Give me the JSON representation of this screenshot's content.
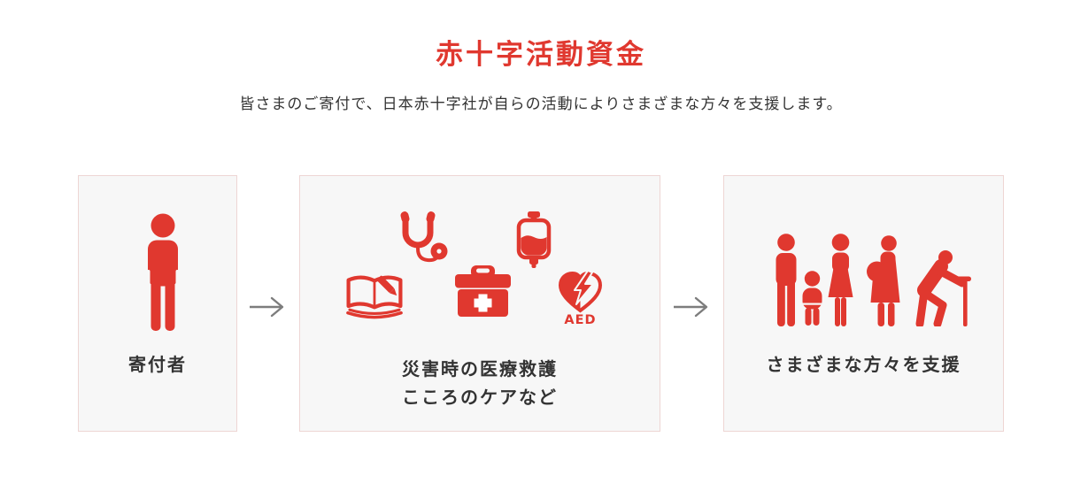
{
  "page": {
    "title": "赤十字活動資金",
    "subtitle": "皆さまのご寄付で、日本赤十字社が自らの活動によりさまざまな方々を支援します。"
  },
  "flow": {
    "boxes": [
      {
        "id": "donor",
        "label": "寄付者",
        "icons": [
          "donor-person-icon"
        ]
      },
      {
        "id": "activities",
        "label_line1": "災害時の医療救護",
        "label_line2": "こころのケアなど",
        "aed_label": "AED",
        "icons": [
          "stethoscope-icon",
          "blood-bag-icon",
          "textbook-pencil-icon",
          "first-aid-kit-icon",
          "aed-heart-icon"
        ]
      },
      {
        "id": "recipients",
        "label": "さまざまな方々を支援",
        "icons": [
          "man-icon",
          "child-icon",
          "woman-icon",
          "pregnant-woman-icon",
          "elderly-person-with-cane-icon"
        ]
      }
    ],
    "arrow_icon": "right-arrow-icon"
  },
  "colors": {
    "accent_red": "#e0382f",
    "box_background": "#f7f7f7",
    "box_border": "#eed6d4",
    "text": "#333333",
    "arrow": "#7d7d7d"
  }
}
